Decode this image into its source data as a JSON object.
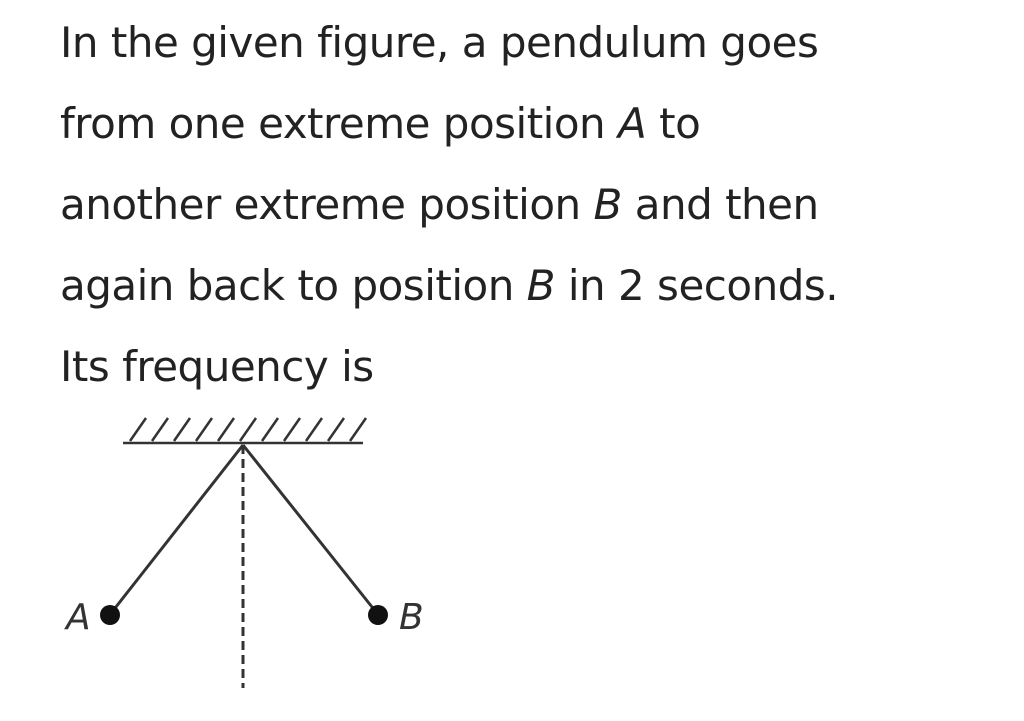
{
  "question": {
    "lines": [
      [
        "In the given figure, a pendulum goes"
      ],
      [
        "from one extreme position ",
        "A",
        " to"
      ],
      [
        "another extreme position ",
        "B",
        " and then"
      ],
      [
        "again back to position ",
        "B",
        " in 2 seconds."
      ],
      [
        "Its frequency is"
      ]
    ]
  },
  "figure": {
    "label_a": "A",
    "label_b": "B",
    "line_color": "#222222",
    "hatch_count": 11
  }
}
